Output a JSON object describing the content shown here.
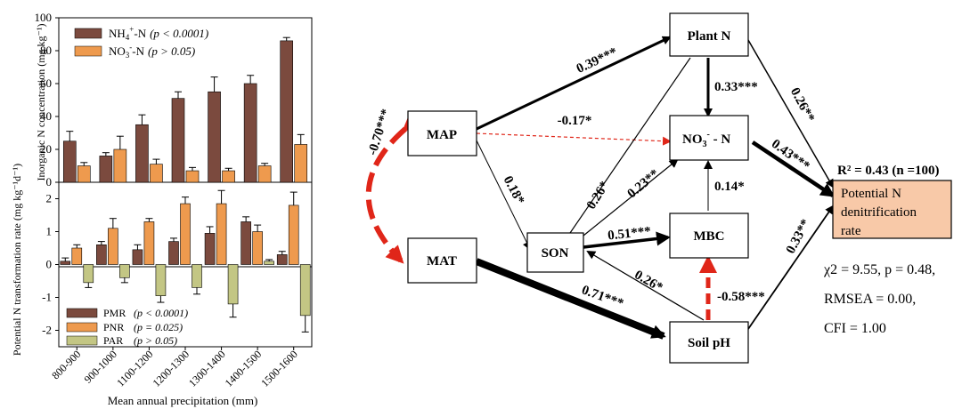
{
  "colors": {
    "pmr": "#7b4a3e",
    "pnr": "#ee9a4e",
    "par": "#c3c684",
    "nh4": "#7b4a3e",
    "no3": "#ee9a4e",
    "red_arrow": "#e02619",
    "target_fill": "#f8c9a8",
    "black": "#000000"
  },
  "chart_data": [
    {
      "type": "bar",
      "panel": "top",
      "ylabel": "Inorganic N concentration  (mg kg⁻¹)",
      "ylim": [
        0,
        100
      ],
      "yticks": [
        "0",
        "20",
        "40",
        "60",
        "80",
        "100"
      ],
      "categories": [
        "800-900",
        "900-1000",
        "1100-1200",
        "1200-1300",
        "1300-1400",
        "1400-1500",
        "1500-1600"
      ],
      "series": [
        {
          "key": "nh4",
          "legend_main": "NH",
          "legend_sub": "4",
          "legend_sup": "+",
          "legend_tail": "-N",
          "legend_p": "(p < 0.0001)",
          "values": [
            25,
            16,
            35,
            51,
            55,
            60,
            86
          ],
          "errors": [
            6,
            2,
            6,
            4,
            9,
            5,
            2
          ]
        },
        {
          "key": "no3",
          "legend_main": "NO",
          "legend_sub": "3",
          "legend_sup": "-",
          "legend_tail": "-N",
          "legend_p": "(p > 0.05)",
          "values": [
            10,
            20,
            11,
            7,
            7,
            10,
            23
          ],
          "errors": [
            2,
            8,
            3,
            2,
            1.5,
            1.5,
            6
          ]
        }
      ]
    },
    {
      "type": "bar",
      "panel": "bottom",
      "ylabel": "Potential N transformation rate (mg kg⁻¹d⁻¹)",
      "xlabel": "Mean annual precipitation (mm)",
      "ylim": [
        -2.5,
        2.5
      ],
      "yticks": [
        "-2",
        "-1",
        "0",
        "1",
        "2"
      ],
      "categories": [
        "800-900",
        "900-1000",
        "1100-1200",
        "1200-1300",
        "1300-1400",
        "1400-1500",
        "1500-1600"
      ],
      "series": [
        {
          "key": "pmr",
          "legend": "PMR",
          "legend_p": "(p < 0.0001)",
          "values": [
            0.1,
            0.6,
            0.45,
            0.7,
            0.95,
            1.3,
            0.3
          ],
          "errors": [
            0.1,
            0.1,
            0.15,
            0.1,
            0.2,
            0.15,
            0.1
          ]
        },
        {
          "key": "pnr",
          "legend": "PNR",
          "legend_p": "(p = 0.025)",
          "values": [
            0.5,
            1.1,
            1.3,
            1.85,
            1.85,
            1.0,
            1.8
          ],
          "errors": [
            0.1,
            0.3,
            0.1,
            0.2,
            0.4,
            0.2,
            0.4
          ]
        },
        {
          "key": "par",
          "legend": "PAR",
          "legend_p": "(p > 0.05)",
          "values": [
            -0.55,
            -0.4,
            -0.95,
            -0.7,
            -1.2,
            0.1,
            -1.55
          ],
          "errors": [
            0.15,
            0.15,
            0.2,
            0.2,
            0.4,
            0.05,
            0.5
          ]
        }
      ]
    }
  ],
  "sem": {
    "boxes": {
      "plant_n": "Plant N",
      "map": "MAP",
      "no3_main": "NO",
      "no3_sub": "3",
      "no3_sup": "-",
      "no3_tail": " - N",
      "mat": "MAT",
      "son": "SON",
      "mbc": "MBC",
      "soil_ph": "Soil pH"
    },
    "target": {
      "line1": "Potential N",
      "line2": "denitrification",
      "line3": "rate"
    },
    "r2": "R² = 0.43 (n =100)",
    "coefficients": {
      "map_mat": "-0.70***",
      "map_plant": "0.39***",
      "map_no3": "-0.17*",
      "map_son": "0.18*",
      "plant_no3": "0.33***",
      "plant_target": "0.26**",
      "son_plant": "0.26*",
      "son_no3": "0.23**",
      "no3_target": "0.43***",
      "son_mbc": "0.51***",
      "mbc_no3": "0.14*",
      "ph_son": "0.26*",
      "mat_ph": "0.71***",
      "ph_mbc": "-0.58***",
      "ph_target": "0.33**"
    },
    "fit": {
      "chi": "χ2 = 9.55, p = 0.48,",
      "rmsea": "RMSEA = 0.00,",
      "cfi": "CFI = 1.00"
    }
  }
}
